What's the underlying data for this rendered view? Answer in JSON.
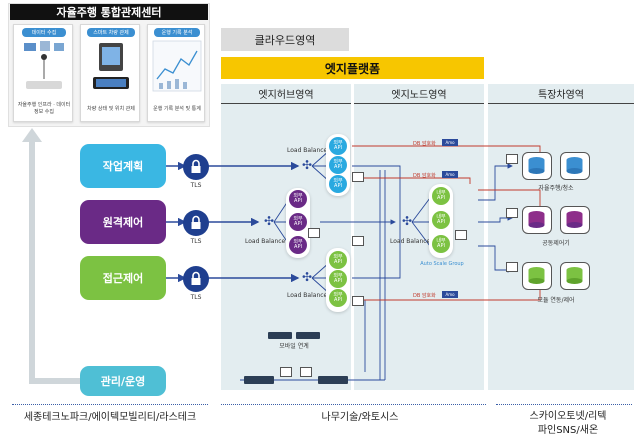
{
  "control_center": {
    "title": "자율주행 통합관제센터",
    "cards": [
      {
        "chip": "데이터 수집",
        "caption": "자율주행 인프라 · 데이터 정보 수집"
      },
      {
        "chip": "스마트 차량 관제",
        "caption": "차량 상태 및 위치 관제"
      },
      {
        "chip": "운행 기록 분석",
        "caption": "운행 기록 분석 및 통계"
      }
    ]
  },
  "headers": {
    "cloud": "클라우드영역",
    "edge_platform": "엣지플랫폼",
    "edge_hub": "엣지허브영역",
    "edge_node": "엣지노드영역",
    "special_vehicle": "특장차영역"
  },
  "left_boxes": {
    "task_plan": "작업계획",
    "remote_control": "원격제어",
    "access_control": "접근제어",
    "management": "관리/운영"
  },
  "colors": {
    "task_plan": "#3ab7e3",
    "remote_control": "#6a2a86",
    "access_control": "#7cc242",
    "management": "#4fbfd5",
    "edge_yellow": "#f7c600",
    "panel": "#e3edf0",
    "db_red": "#c0392b"
  },
  "labels": {
    "tls": "TLS",
    "load_balance": "Load Balance",
    "api_ext": "외부\nAPI",
    "api_int": "내부\nAPI",
    "auto_scale": "Auto Scale Group",
    "mobile": "모바일 연계",
    "db_encrypt": "DB 암호화",
    "tag": "Amo"
  },
  "vehicles": {
    "autonomous": "자율주행/청소",
    "co_control": "공동제어기",
    "module": "모듈 연동/제어"
  },
  "bottom": {
    "left": "세종테크노파크/에이텍모빌리티/라스테크",
    "middle": "나무기술/와토시스",
    "right_line1": "스카이오토넷/리텍",
    "right_line2": "파인SNS/새온"
  }
}
